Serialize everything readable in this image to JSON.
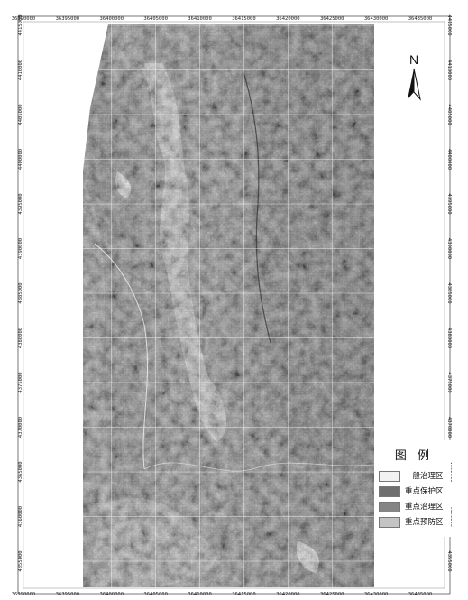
{
  "map": {
    "x_ticks": [
      "36390000",
      "36395000",
      "36400000",
      "36405000",
      "36410000",
      "36415000",
      "36420000",
      "36425000",
      "36430000",
      "36435000"
    ],
    "y_ticks": [
      "4415000",
      "4410000",
      "4405000",
      "4400000",
      "4395000",
      "4390000",
      "4385000",
      "4380000",
      "4375000",
      "4370000",
      "4365000",
      "4360000",
      "4355000"
    ]
  },
  "north_arrow": {
    "label": "N"
  },
  "legend": {
    "title": "图 例",
    "items": [
      {
        "label": "一般治理区",
        "color": "#f2f2f2"
      },
      {
        "label": "重点保护区",
        "color": "#6f6f6f"
      },
      {
        "label": "重点治理区",
        "color": "#858585"
      },
      {
        "label": "重点预防区",
        "color": "#c4c4c4"
      }
    ]
  }
}
